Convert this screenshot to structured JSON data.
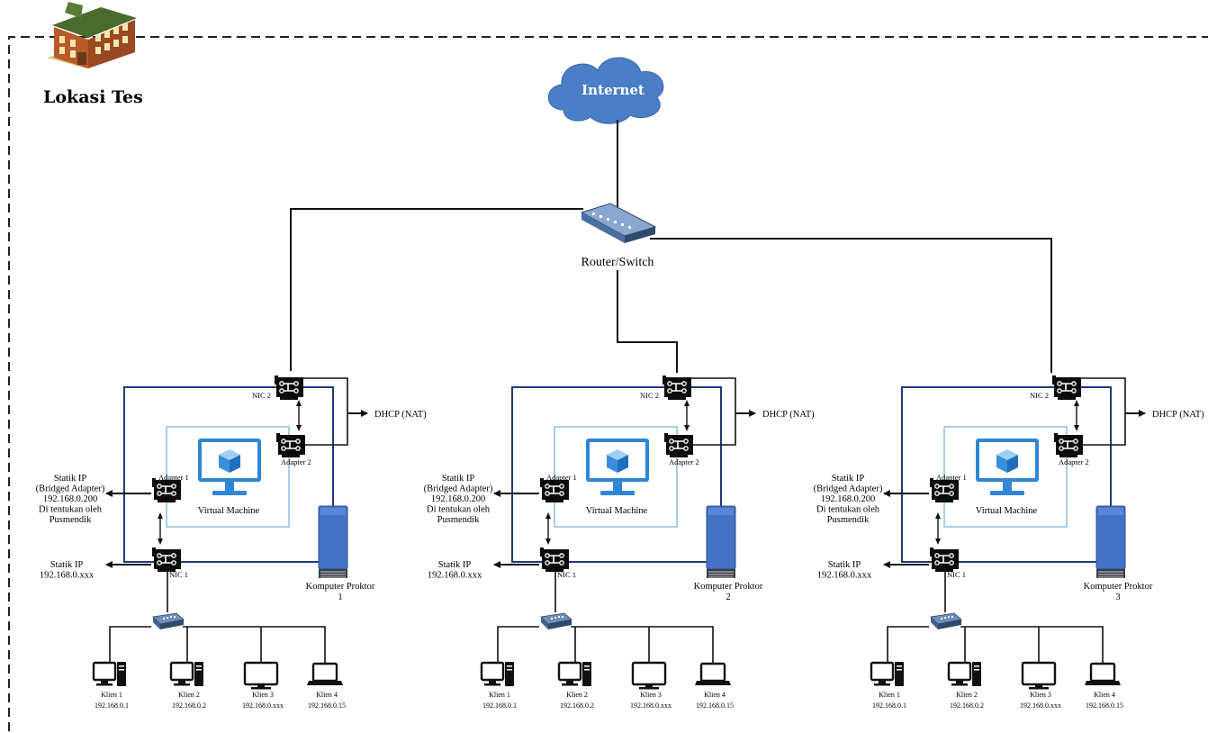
{
  "location": {
    "title": "Lokasi Tes",
    "icon": "building-icon"
  },
  "internet": {
    "label": "Internet",
    "icon": "cloud-icon"
  },
  "router": {
    "label": "Router/Switch",
    "icon": "router-switch-icon"
  },
  "units": [
    {
      "proctor_line1": "Komputer Proktor",
      "proctor_line2": "1",
      "vm_label": "Virtual Machine",
      "nic2": "NIC 2",
      "adapter2": "Adapter 2",
      "adapter1": "Adapter 1",
      "nic1": "NIC 1",
      "dhcp": "DHCP (NAT)",
      "bridged_lines": [
        "Statik IP",
        "(Bridged Adapter)",
        "192.168.0.200",
        "Di tentukan oleh",
        "Pusmendik"
      ],
      "static_lines": [
        "Statik IP",
        "192.168.0.xxx"
      ],
      "clients": [
        {
          "name": "Klien 1",
          "ip": "192.168.0.1",
          "device": "desktop"
        },
        {
          "name": "Klien 2",
          "ip": "192.168.0.2",
          "device": "desktop"
        },
        {
          "name": "Klien 3",
          "ip": "192.168.0.xxx",
          "device": "monitor"
        },
        {
          "name": "Klien 4",
          "ip": "192.168.0.15",
          "device": "laptop"
        }
      ]
    },
    {
      "proctor_line1": "Komputer Proktor",
      "proctor_line2": "2",
      "vm_label": "Virtual Machine",
      "nic2": "NIC 2",
      "adapter2": "Adapter 2",
      "adapter1": "Adapter 1",
      "nic1": "NIC 1",
      "dhcp": "DHCP (NAT)",
      "bridged_lines": [
        "Statik IP",
        "(Bridged Adapter)",
        "192.168.0.200",
        "Di tentukan oleh",
        "Pusmendik"
      ],
      "static_lines": [
        "Statik IP",
        "192.168.0.xxx"
      ],
      "clients": [
        {
          "name": "Klien 1",
          "ip": "192.168.0.1",
          "device": "desktop"
        },
        {
          "name": "Klien 2",
          "ip": "192.168.0.2",
          "device": "desktop"
        },
        {
          "name": "Klien 3",
          "ip": "192.168.0.xxx",
          "device": "monitor"
        },
        {
          "name": "Klien 4",
          "ip": "192.168.0.15",
          "device": "laptop"
        }
      ]
    },
    {
      "proctor_line1": "Komputer Proktor",
      "proctor_line2": "3",
      "vm_label": "Virtual Machine",
      "nic2": "NIC 2",
      "adapter2": "Adapter 2",
      "adapter1": "Adapter 1",
      "nic1": "NIC 1",
      "dhcp": "DHCP (NAT)",
      "bridged_lines": [
        "Statik IP",
        "(Bridged Adapter)",
        "192.168.0.200",
        "Di tentukan oleh",
        "Pusmendik"
      ],
      "static_lines": [
        "Statik IP",
        "192.168.0.xxx"
      ],
      "clients": [
        {
          "name": "Klien 1",
          "ip": "192.168.0.1",
          "device": "desktop"
        },
        {
          "name": "Klien 2",
          "ip": "192.168.0.2",
          "device": "desktop"
        },
        {
          "name": "Klien 3",
          "ip": "192.168.0.xxx",
          "device": "monitor"
        },
        {
          "name": "Klien 4",
          "ip": "192.168.0.15",
          "device": "laptop"
        }
      ]
    }
  ],
  "colors": {
    "frame": "#1f3a7a",
    "vm_border": "#a9cfe8",
    "cloud": "#4a7ec6",
    "tower": "#4472c4",
    "vm_monitor": "#2f86d6",
    "cube": "#5aa9ea",
    "line": "#111111"
  }
}
